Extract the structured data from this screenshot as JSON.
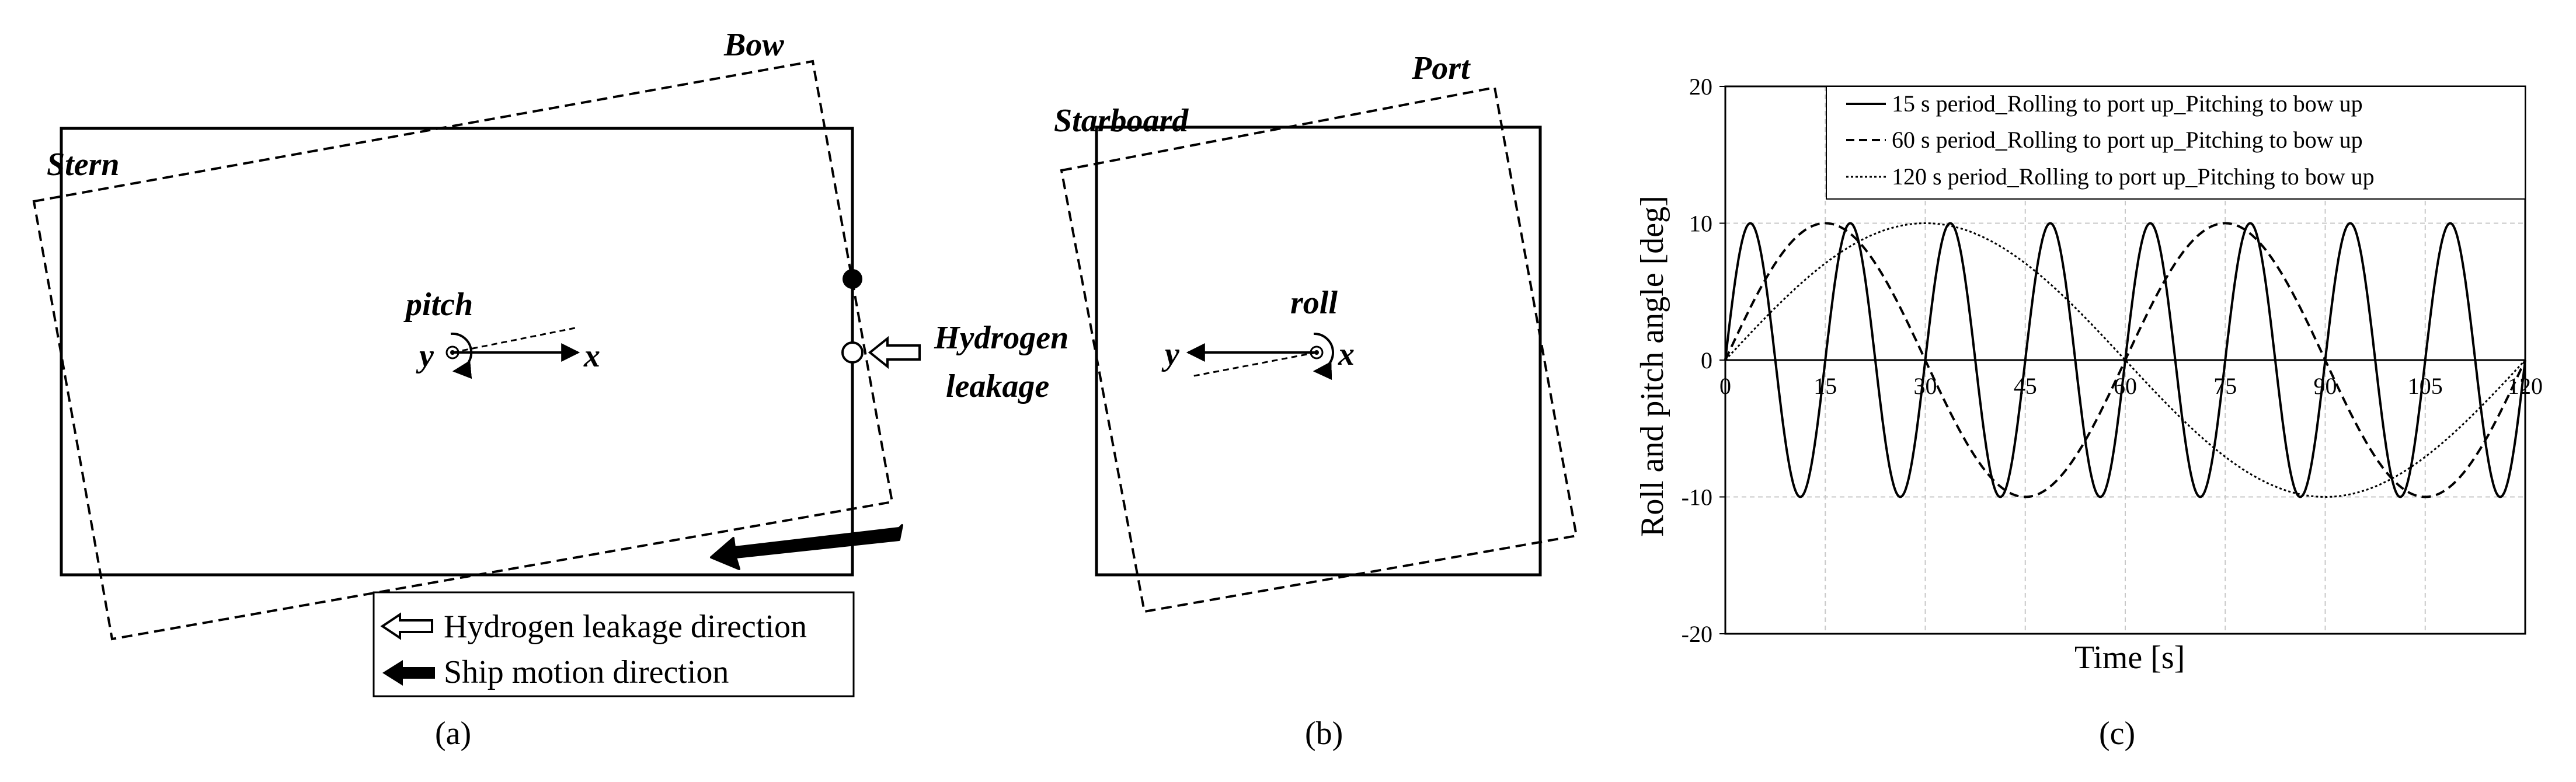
{
  "panel_a": {
    "bow": "Bow",
    "stern": "Stern",
    "pitch": "pitch",
    "axis_x": "x",
    "axis_y": "y",
    "hydrogen_line1": "Hydrogen",
    "hydrogen_line2": "leakage",
    "legend_hydrogen": "Hydrogen leakage direction",
    "legend_ship": "Ship motion direction",
    "caption": "(a)"
  },
  "panel_b": {
    "port": "Port",
    "starboard": "Starboard",
    "roll": "roll",
    "axis_x": "x",
    "axis_y": "y",
    "caption": "(b)"
  },
  "panel_c": {
    "caption": "(c)"
  },
  "chart_data": {
    "type": "line",
    "xlabel": "Time [s]",
    "ylabel": "Roll and pitch angle [deg]",
    "xlim": [
      0,
      120
    ],
    "ylim": [
      -20,
      20
    ],
    "xticks": [
      0,
      15,
      30,
      45,
      60,
      75,
      90,
      105,
      120
    ],
    "yticks": [
      20,
      10,
      0,
      -10,
      -20
    ],
    "grid": "dashed gridlines at ±10 and every 15 s",
    "legend_position": "top-right",
    "series": [
      {
        "name": "15 s period_Rolling to port up_Pitching to bow up",
        "style": "solid",
        "amplitude": 10,
        "period": 15,
        "x": [
          0,
          3.75,
          7.5,
          11.25,
          15,
          18.75,
          22.5,
          26.25,
          30,
          33.75,
          37.5,
          41.25,
          45,
          48.75,
          52.5,
          56.25,
          60,
          63.75,
          67.5,
          71.25,
          75,
          78.75,
          82.5,
          86.25,
          90,
          93.75,
          97.5,
          101.25,
          105,
          108.75,
          112.5,
          116.25,
          120
        ],
        "y": [
          0,
          10,
          0,
          -10,
          0,
          10,
          0,
          -10,
          0,
          10,
          0,
          -10,
          0,
          10,
          0,
          -10,
          0,
          10,
          0,
          -10,
          0,
          10,
          0,
          -10,
          0,
          10,
          0,
          -10,
          0,
          10,
          0,
          -10,
          0
        ]
      },
      {
        "name": "60 s period_Rolling to port up_Pitching to bow up",
        "style": "dashed",
        "amplitude": 10,
        "period": 60,
        "x": [
          0,
          15,
          30,
          45,
          60,
          75,
          90,
          105,
          120
        ],
        "y": [
          0,
          10,
          0,
          -10,
          0,
          10,
          0,
          -10,
          0
        ]
      },
      {
        "name": "120 s period_Rolling to port up_Pitching to bow up",
        "style": "dotted",
        "amplitude": 10,
        "period": 120,
        "x": [
          0,
          30,
          60,
          90,
          120
        ],
        "y": [
          0,
          10,
          0,
          -10,
          0
        ]
      }
    ]
  }
}
